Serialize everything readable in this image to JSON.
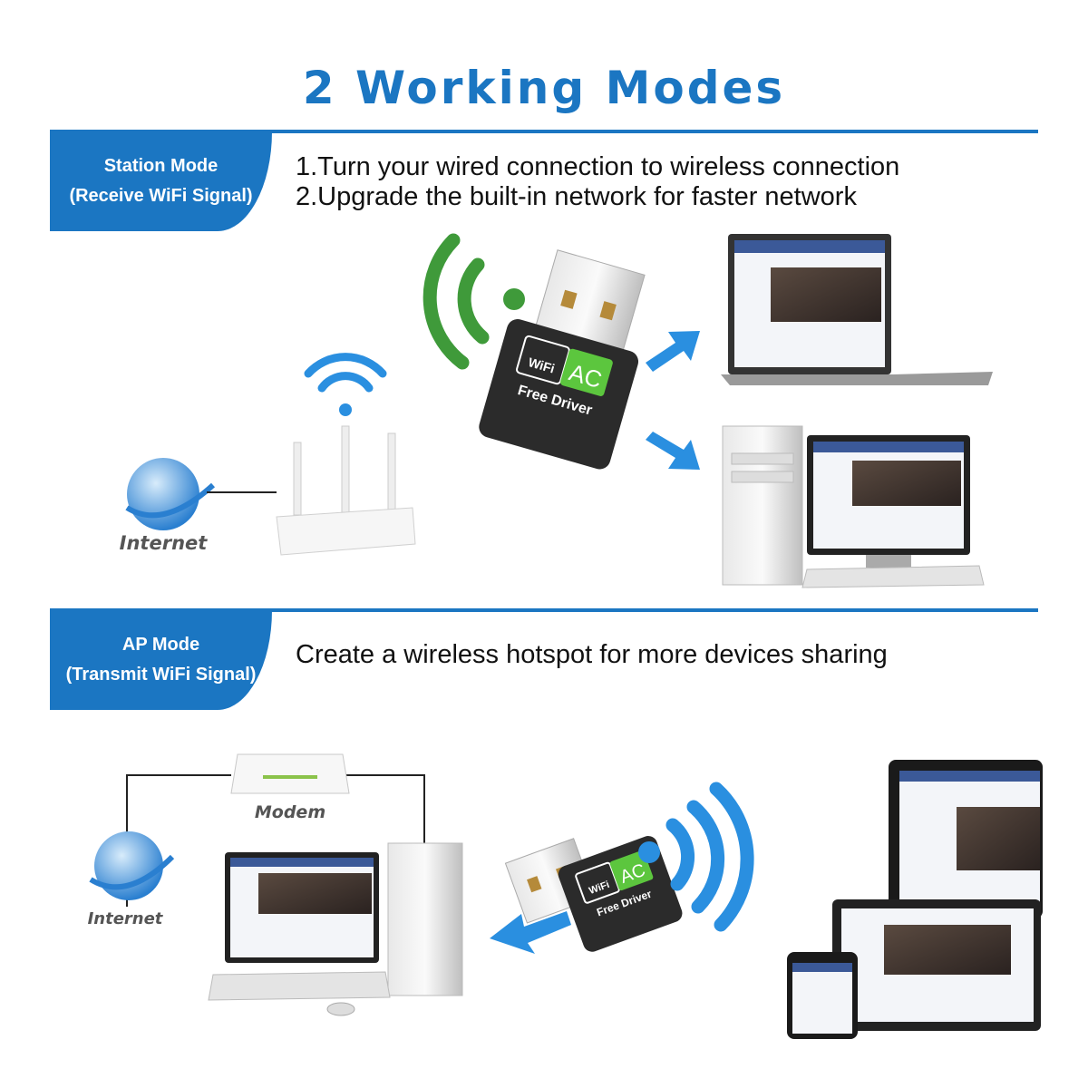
{
  "title": "2 Working Modes",
  "station": {
    "tab_line1": "Station Mode",
    "tab_line2": "(Receive WiFi Signal)",
    "desc_line1": "1.Turn your wired connection to wireless connection",
    "desc_line2": "2.Upgrade the built-in network for faster network",
    "internet_label": "Internet"
  },
  "ap": {
    "tab_line1": "AP Mode",
    "tab_line2": "(Transmit WiFi Signal)",
    "desc": "Create a wireless hotspot for more devices sharing",
    "internet_label": "Internet",
    "modem_label": "Modem"
  },
  "dongle": {
    "wifi_text": "WiFi",
    "ac_text": "AC",
    "driver_text": "Free Driver"
  },
  "colors": {
    "brand_blue": "#1b76c2",
    "signal_green": "#3f9a3a",
    "signal_blue": "#2a8fe0",
    "ac_green": "#5cc63e"
  }
}
